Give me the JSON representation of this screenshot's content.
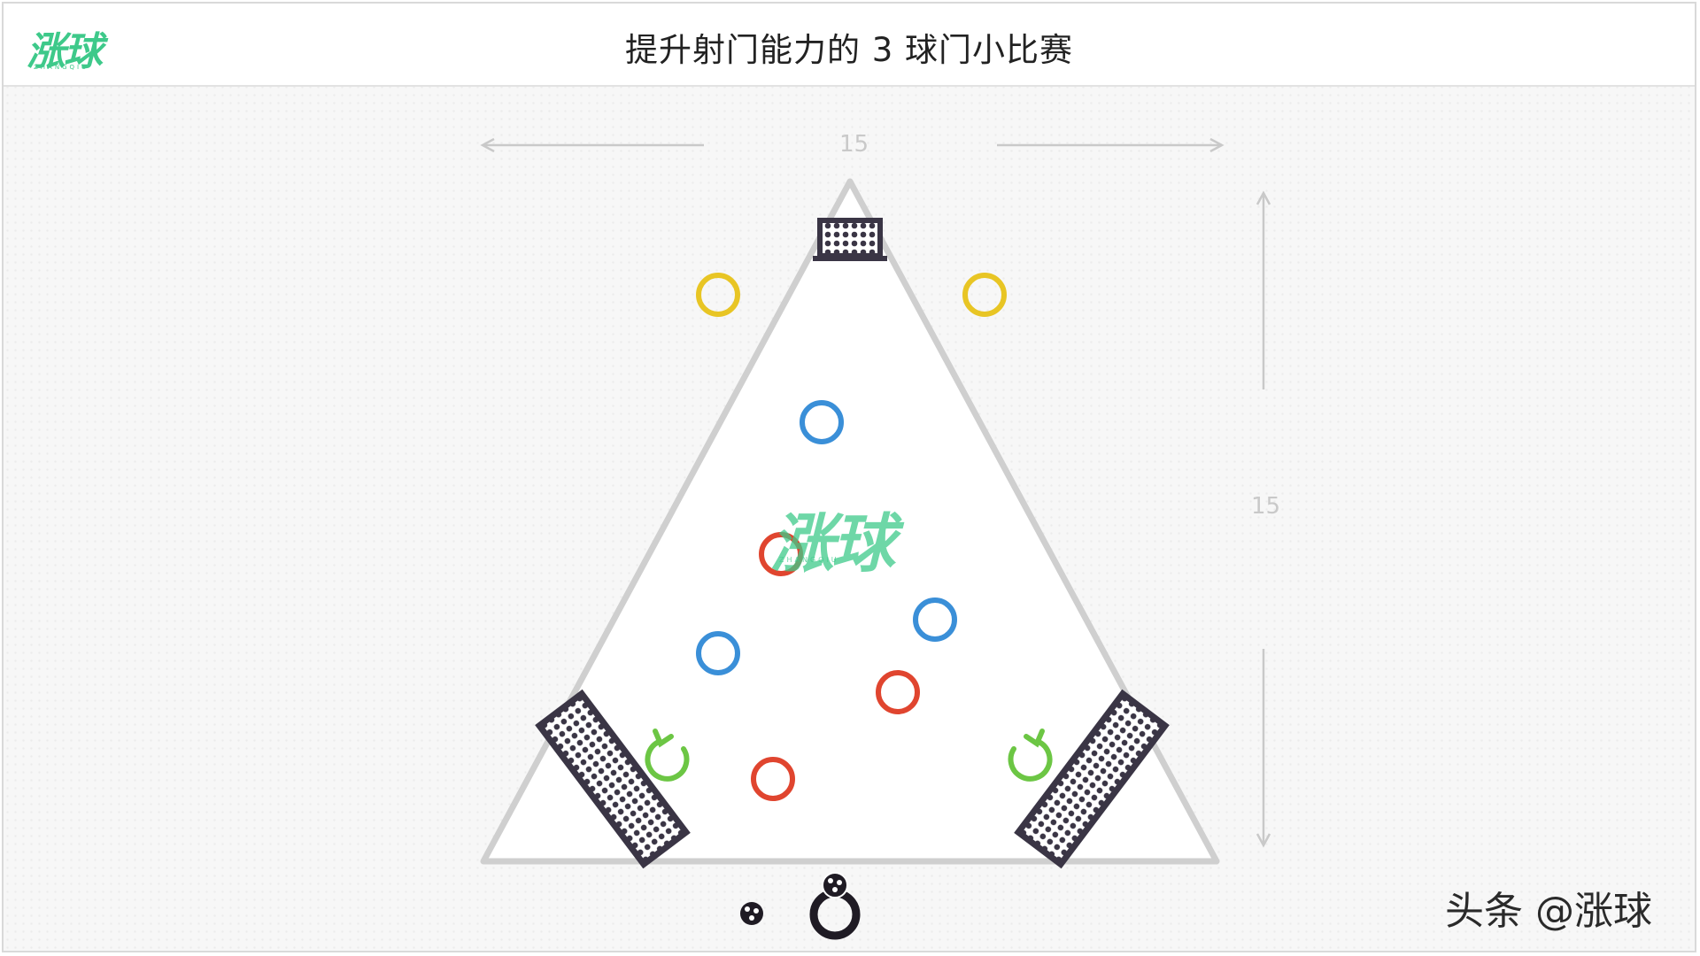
{
  "header": {
    "logo": "涨球",
    "logo_sub": "ZHANGQIU",
    "title": "提升射门能力的 3 球门小比赛"
  },
  "dimensions": {
    "width_label": "15",
    "height_label": "15"
  },
  "watermark": {
    "text": "涨球",
    "sub": "ZHANGQIU"
  },
  "credit": "头条 @涨球",
  "colors": {
    "yellow_marker": "#e8c524",
    "blue_marker": "#3a8fd8",
    "red_marker": "#e0452f",
    "rotate_arrow": "#6cc644",
    "brand_green": "#3ec98a",
    "field_line": "#cfcfcf",
    "goal_frame": "#3a3545"
  },
  "legend_icons": [
    "ball-icon",
    "player-with-ball-icon",
    "rotate-arrow-icon",
    "goal-icon"
  ]
}
